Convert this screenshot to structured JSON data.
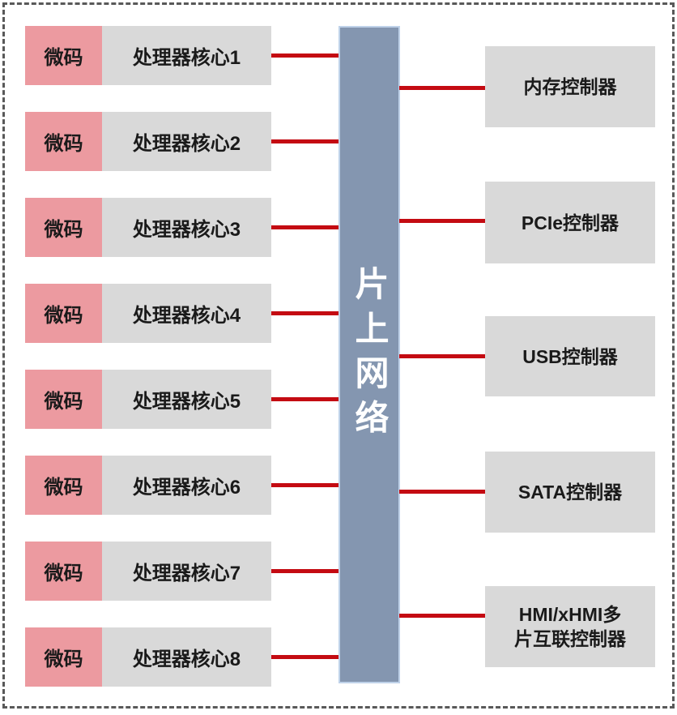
{
  "colors": {
    "microcode_bg": "#ec9aa0",
    "core_bg": "#d9d9d9",
    "noc_bg": "#8496b0",
    "noc_edge": "#bfd2e9",
    "line_red": "#c40b12",
    "dash_gray": "#595959",
    "text_dark": "#1a1a1a",
    "noc_text": "#ffffff"
  },
  "cores": [
    {
      "microcode": "微码",
      "label": "处理器核心1"
    },
    {
      "microcode": "微码",
      "label": "处理器核心2"
    },
    {
      "microcode": "微码",
      "label": "处理器核心3"
    },
    {
      "microcode": "微码",
      "label": "处理器核心4"
    },
    {
      "microcode": "微码",
      "label": "处理器核心5"
    },
    {
      "microcode": "微码",
      "label": "处理器核心6"
    },
    {
      "microcode": "微码",
      "label": "处理器核心7"
    },
    {
      "microcode": "微码",
      "label": "处理器核心8"
    }
  ],
  "noc": {
    "label": "片上网络"
  },
  "controllers": [
    {
      "lines": [
        "内存控制器"
      ]
    },
    {
      "lines": [
        "PCIe控制器"
      ]
    },
    {
      "lines": [
        "USB控制器"
      ]
    },
    {
      "lines": [
        "SATA控制器"
      ]
    },
    {
      "lines": [
        "HMI/xHMI多",
        "片互联控制器"
      ]
    }
  ]
}
